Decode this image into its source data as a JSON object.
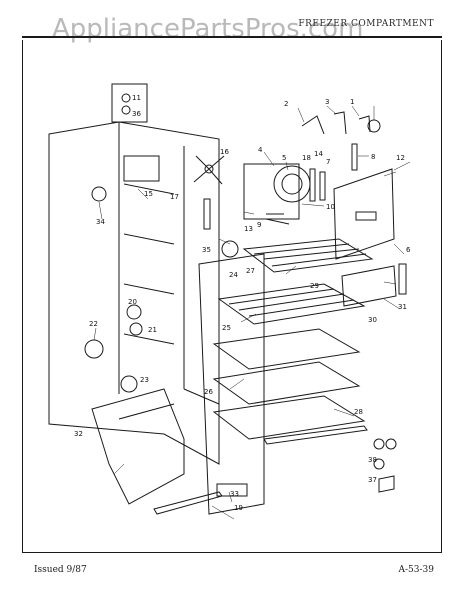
{
  "header": {
    "watermark": "AppliancePartsPros.com",
    "section_title": "FREEZER COMPARTMENT"
  },
  "footer": {
    "issued": "Issued 9/87",
    "page_code": "A-53-39"
  },
  "callouts": [
    "1",
    "2",
    "3",
    "4",
    "5",
    "6",
    "7",
    "8",
    "9",
    "10",
    "11",
    "12",
    "13",
    "14",
    "15",
    "16",
    "17",
    "18",
    "19",
    "20",
    "21",
    "22",
    "23",
    "24",
    "25",
    "26",
    "27",
    "28",
    "29",
    "30",
    "31",
    "32",
    "33",
    "34",
    "35",
    "36",
    "37",
    "38"
  ]
}
